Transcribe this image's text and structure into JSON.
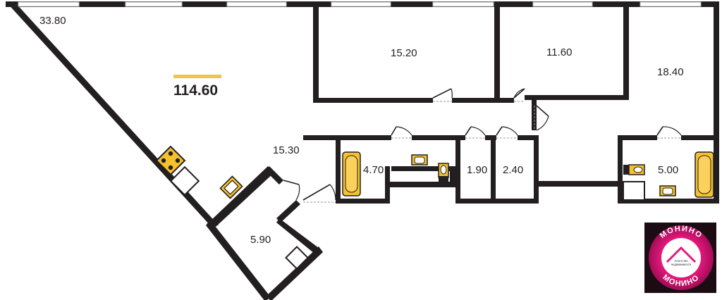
{
  "plan": {
    "total_area": "114.60",
    "rooms": [
      {
        "key": "living",
        "area": "33.80"
      },
      {
        "key": "bedroom-1",
        "area": "15.20"
      },
      {
        "key": "bedroom-2",
        "area": "11.60"
      },
      {
        "key": "bedroom-3",
        "area": "18.40"
      },
      {
        "key": "hall",
        "area": "15.30"
      },
      {
        "key": "bathroom-1",
        "area": "4.70"
      },
      {
        "key": "storage-1",
        "area": "1.90"
      },
      {
        "key": "storage-2",
        "area": "2.40"
      },
      {
        "key": "bathroom-2",
        "area": "5.00"
      },
      {
        "key": "kitchen",
        "area": "5.90"
      }
    ]
  },
  "logo": {
    "name_top": "МОНИНО",
    "name_bottom": "МОНИНО",
    "tagline_1": "Агентство",
    "tagline_2": "недвижимости",
    "accent": "#e6197d"
  },
  "colors": {
    "wall": "#231f20",
    "bath": "#f5c22e",
    "total_underline": "#f2c14e"
  }
}
